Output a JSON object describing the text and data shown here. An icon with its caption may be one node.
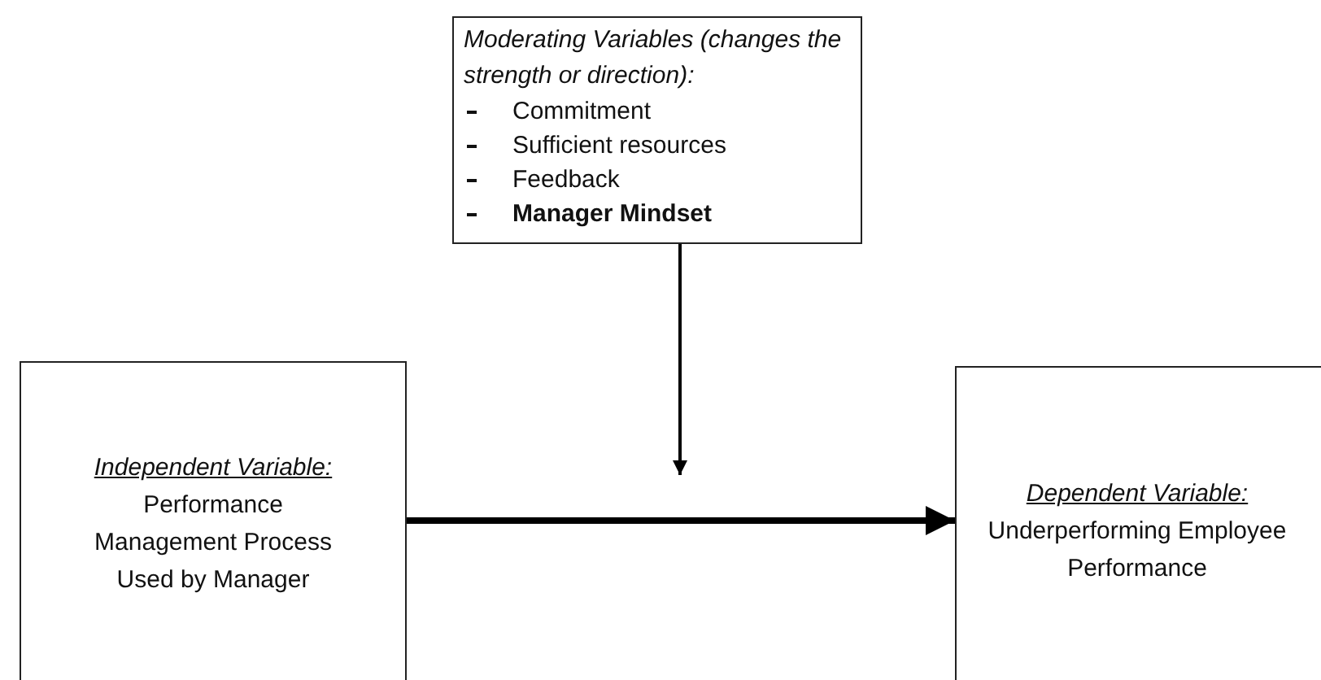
{
  "diagram": {
    "nodes": [
      {
        "text": [
          "Moderating Variables (changes the strength or direction):",
          "Commitment",
          "Sufficient resources",
          "Feedback",
          "**Manager Mindset**"
        ]
      },
      {
        "text": [
          "Independent Variable:",
          "Performance Management Process Used by Manager"
        ]
      },
      {
        "text": [
          "Dependent Variable:",
          "Underperforming Employee Performance"
        ]
      }
    ],
    "edges": [
      {
        "from": 1,
        "to": 2,
        "arrow": "to",
        "style": "thick"
      },
      {
        "from": 0,
        "to": null,
        "arrow": "to"
      }
    ]
  }
}
